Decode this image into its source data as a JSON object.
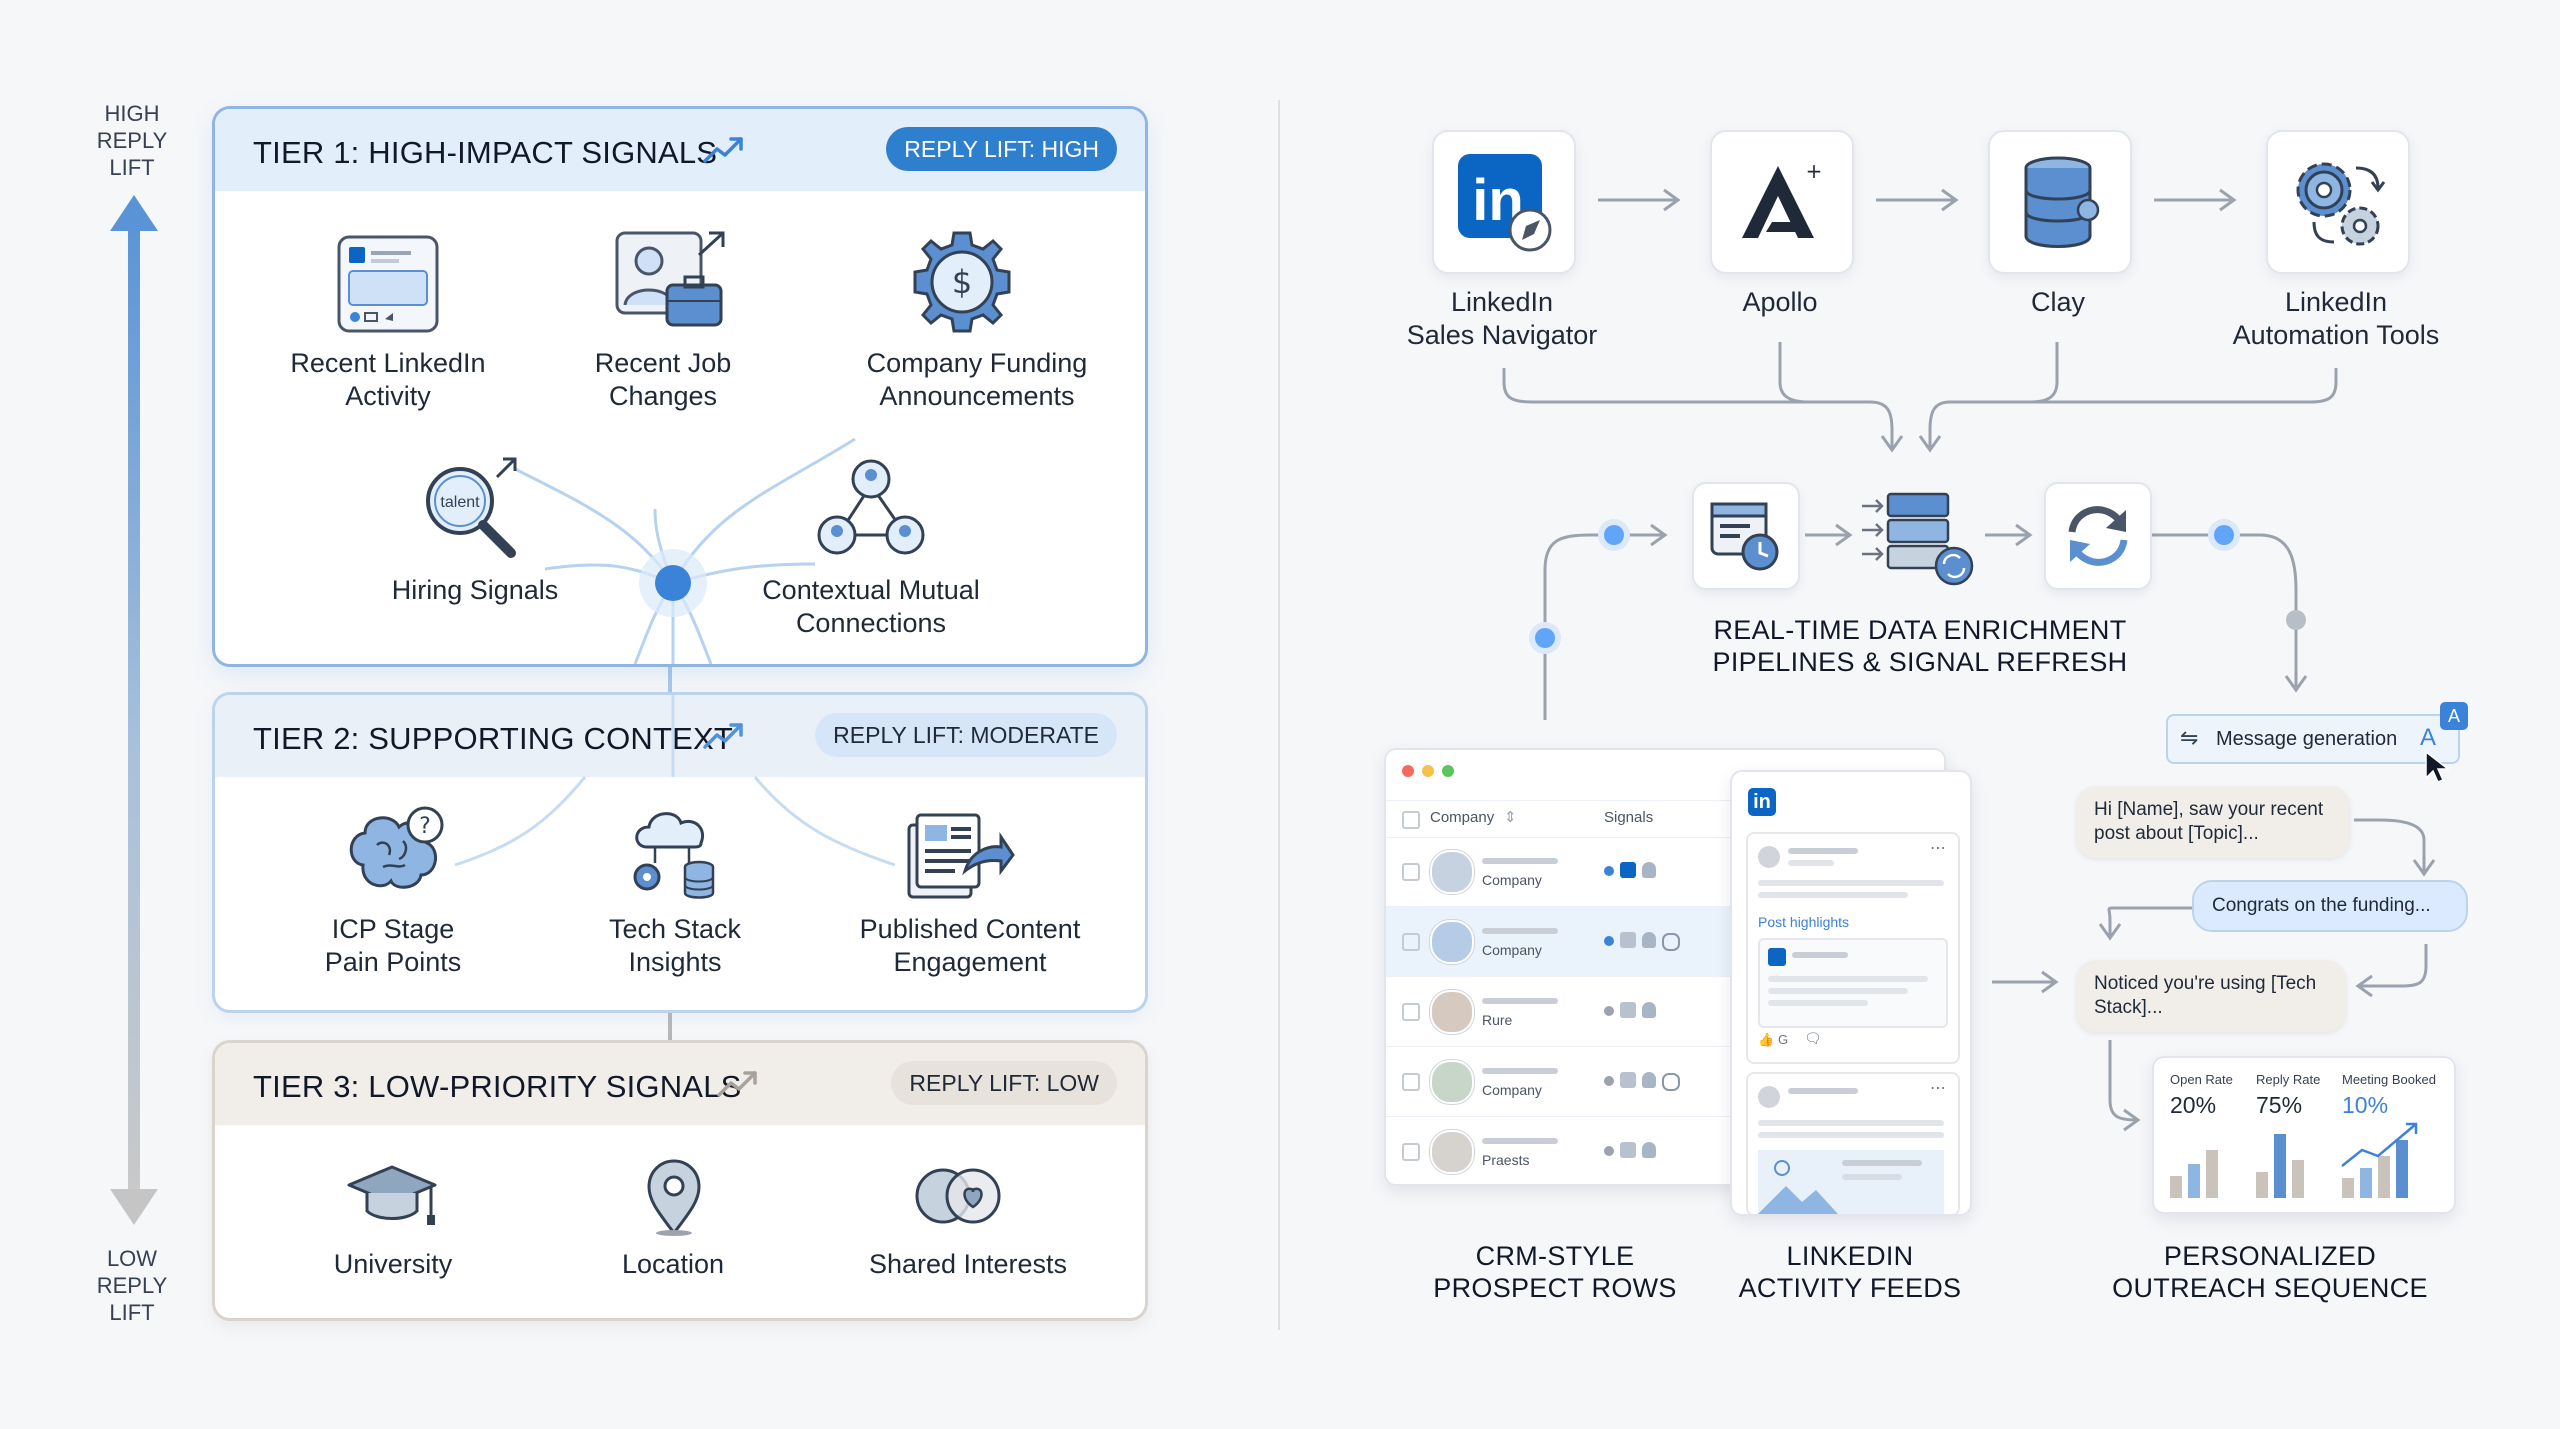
{
  "axis": {
    "top_label": [
      "HIGH",
      "REPLY",
      "LIFT"
    ],
    "bottom_label": [
      "LOW",
      "REPLY",
      "LIFT"
    ]
  },
  "tiers": [
    {
      "title": "TIER 1: HIGH-IMPACT SIGNALS",
      "badge": "REPLY LIFT: HIGH",
      "signals": [
        {
          "label": [
            "Recent LinkedIn",
            "Activity"
          ],
          "icon": "linkedin-post-icon"
        },
        {
          "label": [
            "Recent Job",
            "Changes"
          ],
          "icon": "job-change-icon"
        },
        {
          "label": [
            "Company Funding",
            "Announcements"
          ],
          "icon": "funding-gear-icon"
        },
        {
          "label": [
            "Hiring Signals"
          ],
          "icon": "talent-search-icon",
          "icon_text": "talent"
        },
        {
          "label": [
            "Contextual Mutual",
            "Connections"
          ],
          "icon": "connections-icon"
        }
      ]
    },
    {
      "title": "TIER 2: SUPPORTING CONTEXT",
      "badge": "REPLY LIFT: MODERATE",
      "signals": [
        {
          "label": [
            "ICP Stage",
            "Pain Points"
          ],
          "icon": "brain-question-icon"
        },
        {
          "label": [
            "Tech Stack",
            "Insights"
          ],
          "icon": "cloud-stack-icon"
        },
        {
          "label": [
            "Published Content",
            "Engagement"
          ],
          "icon": "content-share-icon"
        }
      ]
    },
    {
      "title": "TIER 3: LOW-PRIORITY SIGNALS",
      "badge": "REPLY LIFT: LOW",
      "signals": [
        {
          "label": [
            "University"
          ],
          "icon": "graduation-cap-icon"
        },
        {
          "label": [
            "Location"
          ],
          "icon": "location-pin-icon"
        },
        {
          "label": [
            "Shared Interests"
          ],
          "icon": "shared-interests-icon"
        }
      ]
    }
  ],
  "tools": [
    {
      "label": [
        "LinkedIn",
        "Sales Navigator"
      ],
      "icon": "linkedin-navigator-icon",
      "logo_text": "in"
    },
    {
      "label": [
        "Apollo"
      ],
      "icon": "apollo-icon"
    },
    {
      "label": [
        "Clay"
      ],
      "icon": "database-icon"
    },
    {
      "label": [
        "LinkedIn",
        "Automation Tools"
      ],
      "icon": "automation-gears-icon"
    }
  ],
  "pipeline": {
    "caption": [
      "REAL-TIME DATA ENRICHMENT",
      "PIPELINES & SIGNAL REFRESH"
    ]
  },
  "crm": {
    "header_company": "Company",
    "header_signals": "Signals",
    "rows": [
      "Company",
      "Company",
      "Rure",
      "Company",
      "Praests"
    ],
    "caption": [
      "CRM-STYLE",
      "PROSPECT ROWS"
    ]
  },
  "feed": {
    "logo_text": "in",
    "post_highlights": "Post highlights",
    "reactions": "G",
    "caption": [
      "LINKEDIN",
      "ACTIVITY FEEDS"
    ]
  },
  "outreach": {
    "message_generation": "Message generation",
    "badge_letter": "A",
    "bubbles": [
      "Hi [Name], saw your recent post about [Topic]...",
      "Congrats on the funding...",
      "Noticed you're using [Tech Stack]..."
    ],
    "metrics": [
      {
        "label": "Open Rate",
        "value": "20%"
      },
      {
        "label": "Reply Rate",
        "value": "75%"
      },
      {
        "label": "Meeting Booked",
        "value": "10%"
      }
    ],
    "caption": [
      "PERSONALIZED",
      "OUTREACH SEQUENCE"
    ]
  },
  "colors": {
    "accent": "#3b82d9",
    "tier1_badge": "#2f7fcf",
    "tier2_badge": "#dbeafe",
    "tier3_badge": "#e7e2dc",
    "tier1_head": "#e3eefb",
    "tier2_head": "#e9f0f8",
    "tier3_head": "#f1eeea"
  }
}
